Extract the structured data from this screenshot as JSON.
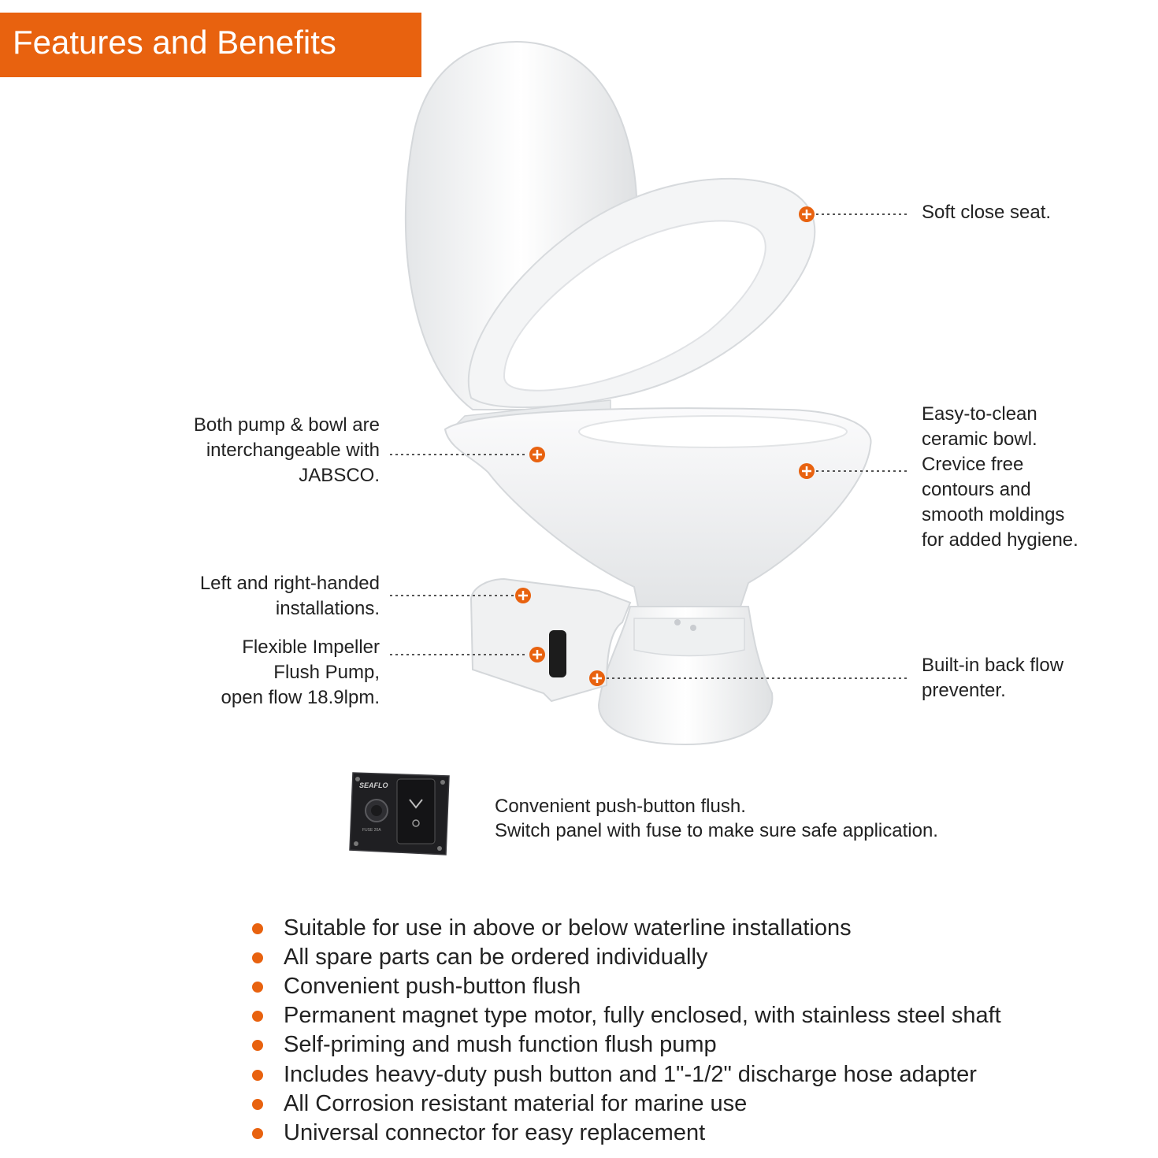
{
  "header": {
    "title": "Features and Benefits"
  },
  "colors": {
    "accent": "#e8620f",
    "text": "#222222",
    "product": "#f2f3f4"
  },
  "callouts": {
    "soft_close": "Soft close seat.",
    "interchangeable": "Both pump & bowl are\ninterchangeable with\nJABSCO.",
    "ceramic": "Easy-to-clean\nceramic bowl.\nCrevice free\ncontours and\nsmooth moldings\nfor added hygiene.",
    "handed": "Left and right-handed\ninstallations.",
    "impeller": "Flexible Impeller\nFlush Pump,\nopen flow 18.9lpm.",
    "backflow": "Built-in back flow\n preventer."
  },
  "switch_panel": {
    "brand": "SEAFLO",
    "fuse_label": "FUSE 20A",
    "description": "Convenient push-button flush.\nSwitch panel with fuse to make sure safe application."
  },
  "features": [
    "Suitable for use in above or below waterline installations",
    "All spare parts can be ordered individually",
    "Convenient push-button flush",
    "Permanent magnet type motor, fully enclosed, with stainless steel shaft",
    "Self-priming and mush function flush pump",
    "Includes heavy-duty push button and 1\"-1/2\" discharge hose adapter",
    "All Corrosion resistant material for marine use",
    "Universal connector for easy replacement"
  ]
}
